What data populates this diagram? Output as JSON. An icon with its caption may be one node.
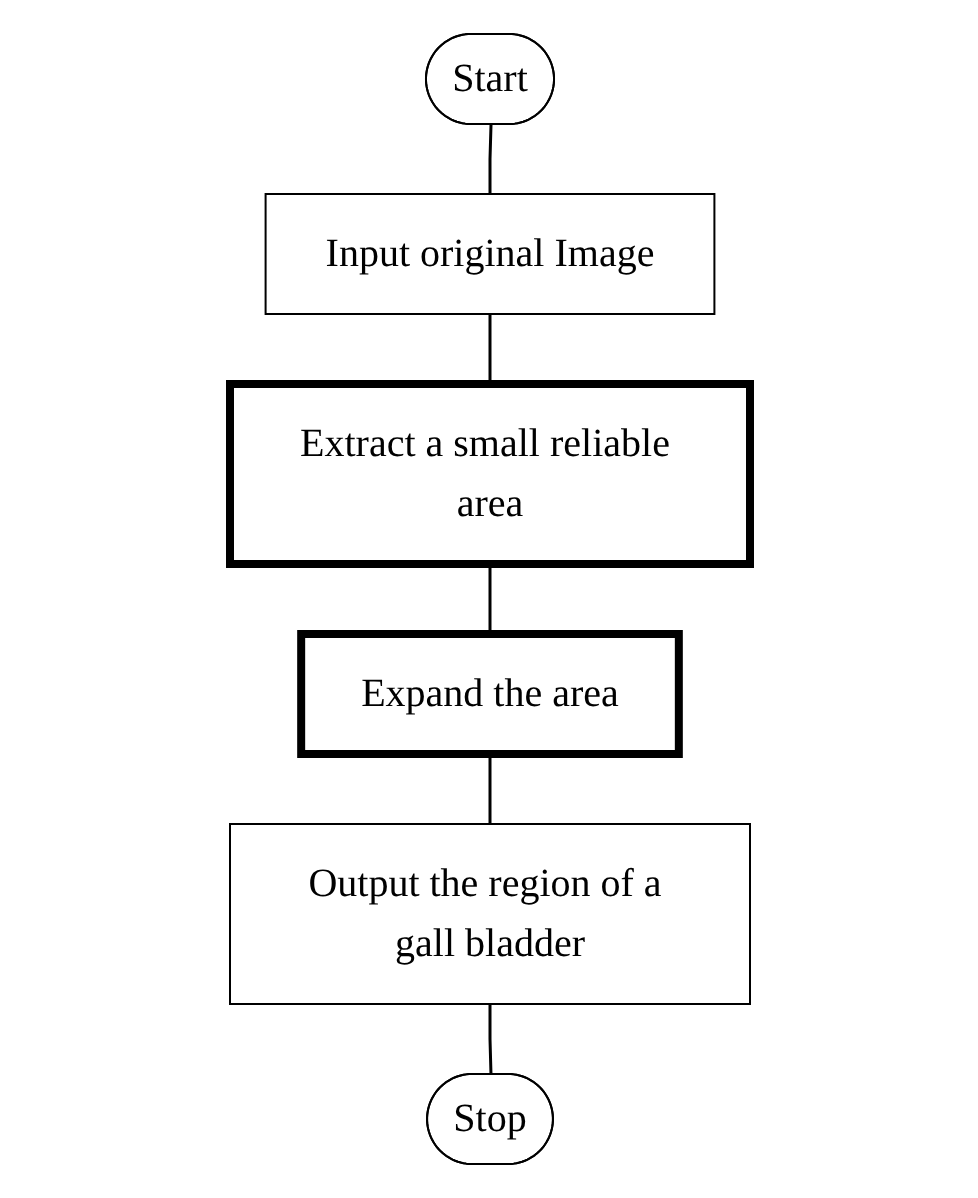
{
  "diagram": {
    "nodes": [
      {
        "text": [
          "Start"
        ]
      },
      {
        "text": [
          "Input original Image"
        ]
      },
      {
        "text": [
          "Extract a small reliable area"
        ]
      },
      {
        "text": [
          "Expand the area"
        ]
      },
      {
        "text": [
          "Output the region of a gall bladder"
        ]
      },
      {
        "text": [
          "Stop"
        ]
      }
    ],
    "edges": [
      {
        "from": 0,
        "to": 1,
        "arrow": "none"
      },
      {
        "from": 1,
        "to": 2,
        "arrow": "none"
      },
      {
        "from": 2,
        "to": 3,
        "arrow": "none"
      },
      {
        "from": 3,
        "to": 4,
        "arrow": "none"
      },
      {
        "from": 4,
        "to": 5,
        "arrow": "none"
      }
    ]
  }
}
